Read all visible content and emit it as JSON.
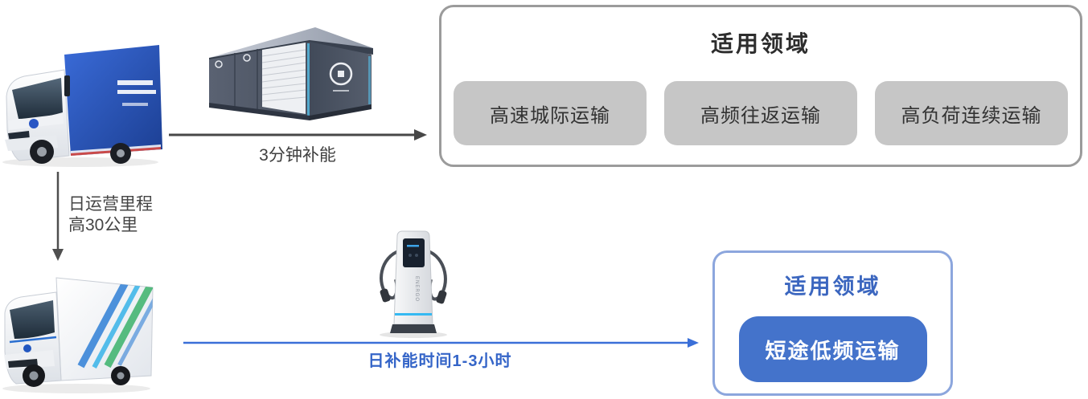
{
  "colors": {
    "panel_border_gray": "#9b9b9b",
    "chip_gray_bg": "#c6c6c6",
    "chip_text": "#333333",
    "arrow_gray": "#474747",
    "panel_border_blue": "#8ca6dd",
    "title_blue": "#3b66bf",
    "button_blue_bg": "#4473cb",
    "arrow_blue": "#3a6fd8",
    "label_blue": "#3565c8"
  },
  "figures": {
    "truck_top": "electric-box-truck-image",
    "swap_station": "battery-swap-station-image",
    "truck_bottom": "electric-box-truck-image",
    "charging_pile": "dc-charging-pile-image",
    "pile_brand": "ENERGO"
  },
  "top_flow": {
    "arrow_label": "3分钟补能",
    "panel": {
      "title": "适用领域",
      "chips": [
        "高速城际运输",
        "高频往返运输",
        "高负荷连续运输"
      ]
    }
  },
  "branch_label": {
    "line1": "日运营里程",
    "line2": "高30公里"
  },
  "bottom_flow": {
    "arrow_label": "日补能时间1-3小时",
    "panel": {
      "title": "适用领域",
      "chip": "短途低频运输"
    }
  }
}
